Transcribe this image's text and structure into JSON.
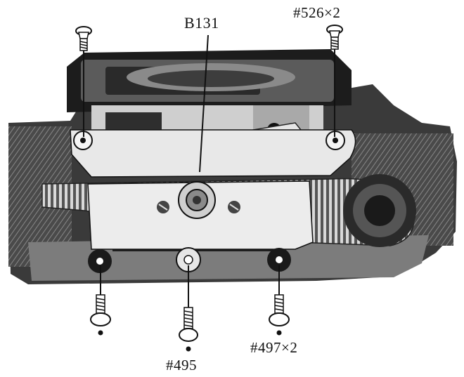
{
  "labels": {
    "belt": "B131",
    "screw_top": "#526×2",
    "screw_bottom_center": "#495",
    "screw_bottom_right": "#497×2"
  },
  "colors": {
    "ink": "#111111",
    "dark_metal": "#2b2b2b",
    "mid_metal": "#6e6e6e",
    "light_metal": "#c9c9c9",
    "paper": "#ffffff"
  }
}
